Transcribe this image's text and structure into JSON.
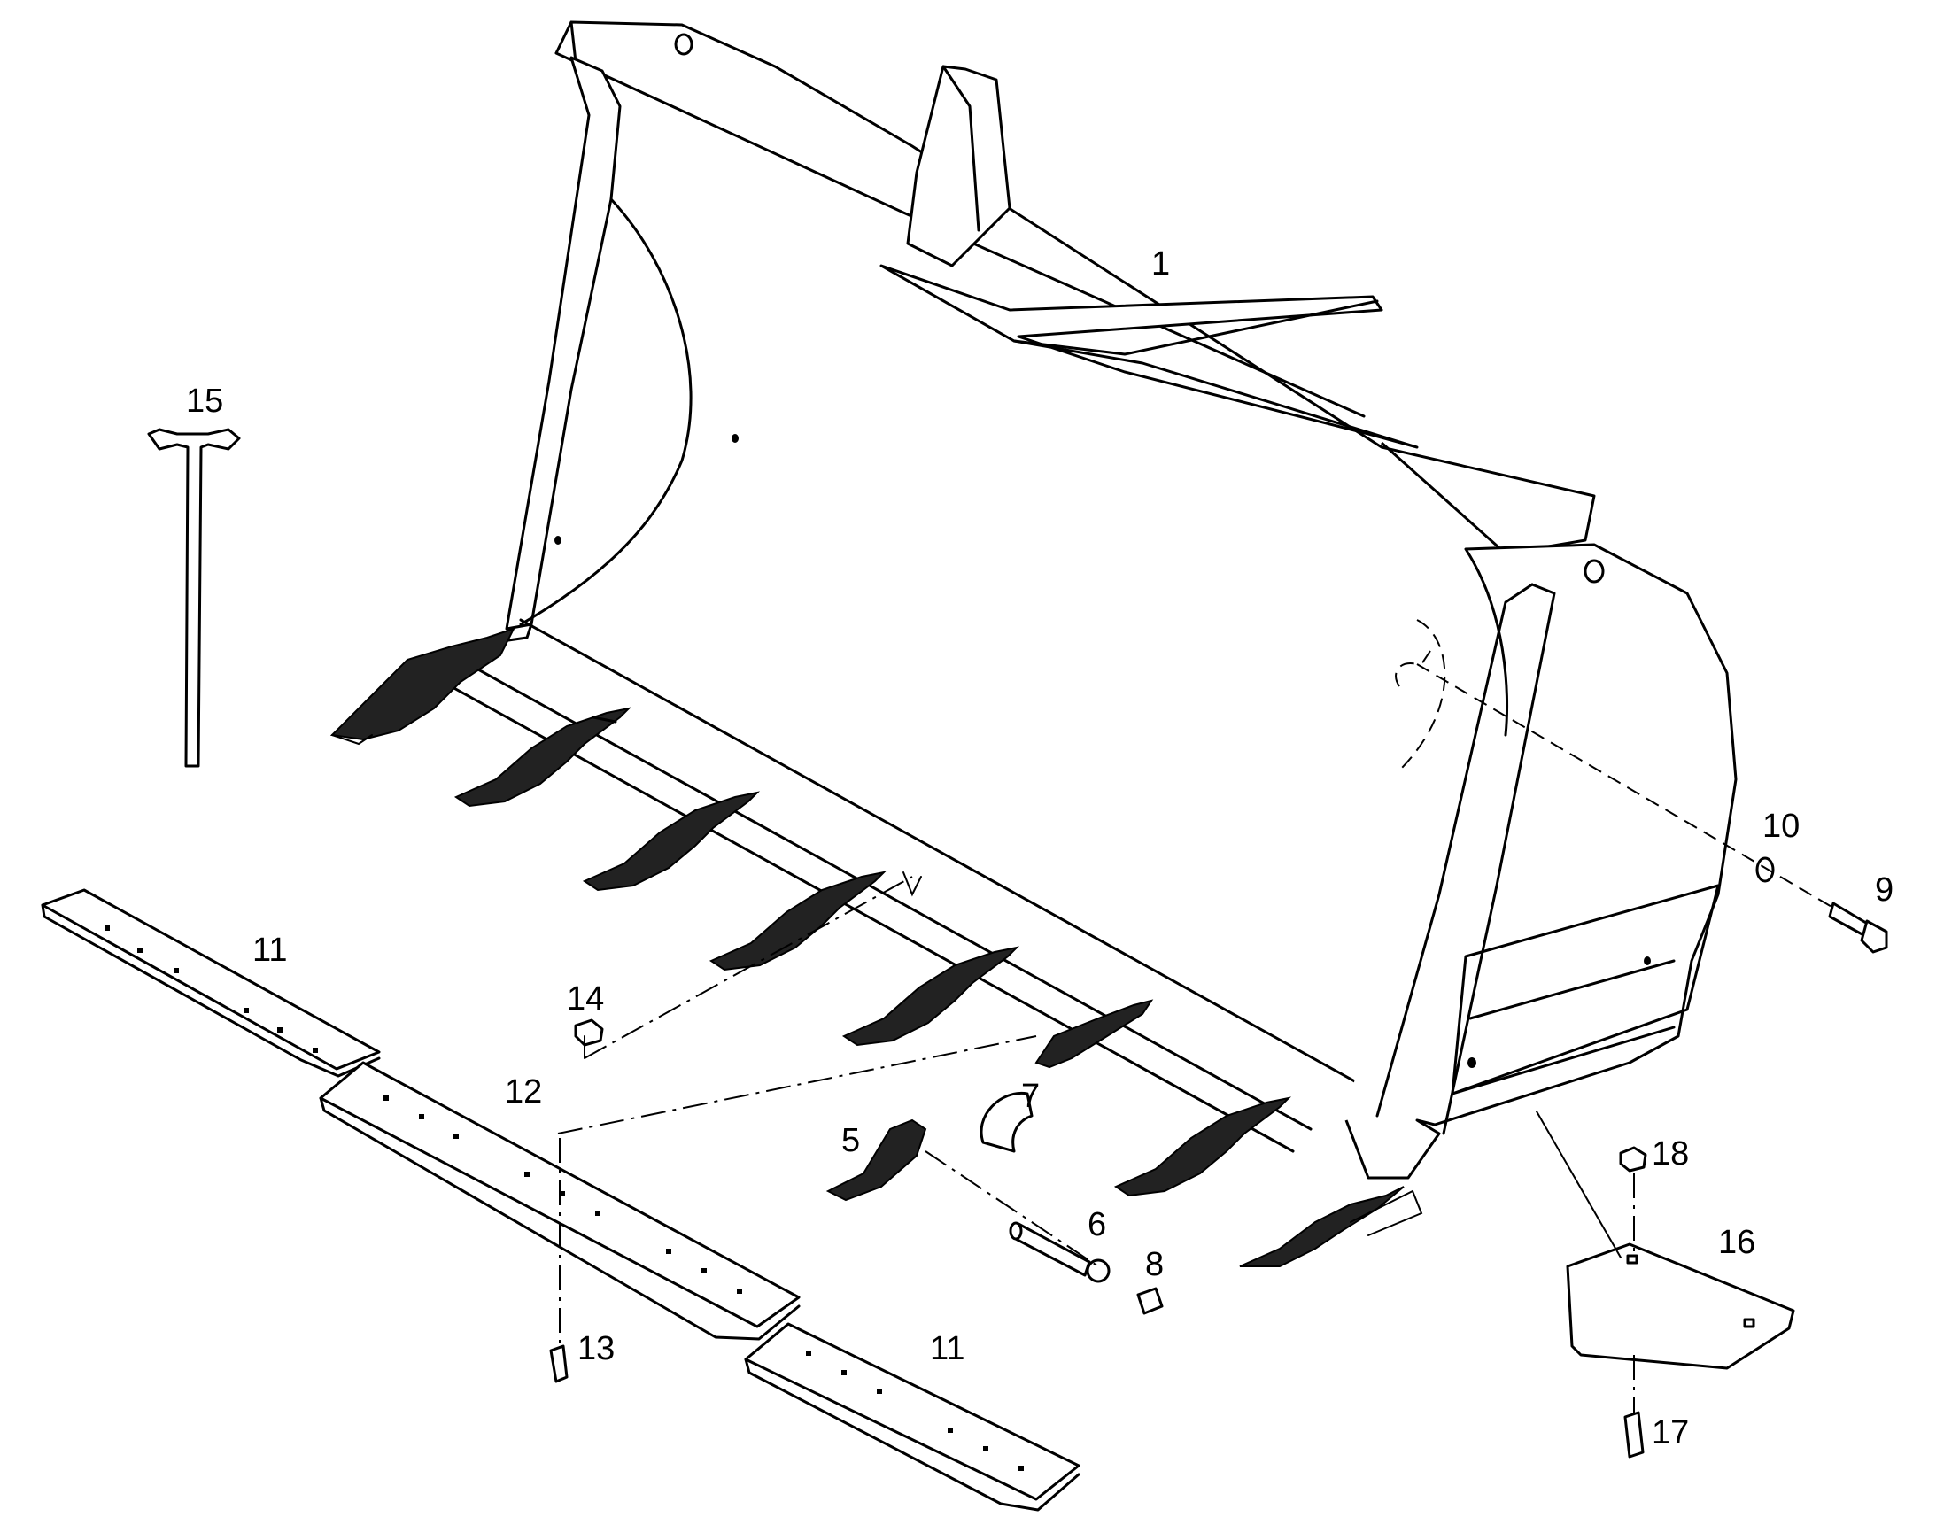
{
  "callouts": [
    {
      "id": "1",
      "label": "1"
    },
    {
      "id": "5",
      "label": "5"
    },
    {
      "id": "6",
      "label": "6"
    },
    {
      "id": "7",
      "label": "7"
    },
    {
      "id": "8",
      "label": "8"
    },
    {
      "id": "9",
      "label": "9"
    },
    {
      "id": "10",
      "label": "10"
    },
    {
      "id": "11a",
      "label": "11"
    },
    {
      "id": "11b",
      "label": "11"
    },
    {
      "id": "12",
      "label": "12"
    },
    {
      "id": "13",
      "label": "13"
    },
    {
      "id": "14",
      "label": "14"
    },
    {
      "id": "15",
      "label": "15"
    },
    {
      "id": "16",
      "label": "16"
    },
    {
      "id": "17",
      "label": "17"
    },
    {
      "id": "18",
      "label": "18"
    }
  ]
}
